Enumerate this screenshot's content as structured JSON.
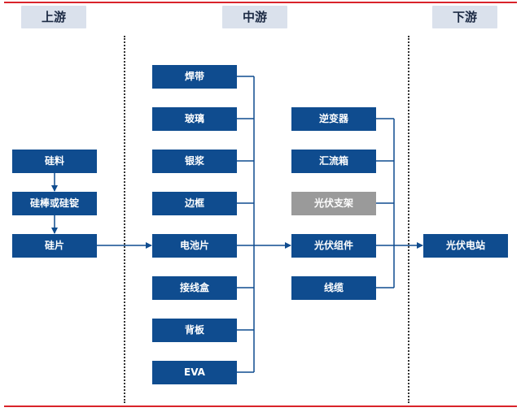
{
  "stages": {
    "upstream": "上游",
    "midstream": "中游",
    "downstream": "下游"
  },
  "upstream_chain": [
    "硅料",
    "硅棒或硅锭",
    "硅片"
  ],
  "cell_inputs": [
    "焊带",
    "玻璃",
    "银浆",
    "边框",
    "电池片",
    "接线盒",
    "背板",
    "EVA"
  ],
  "module_chain": [
    "逆变器",
    "汇流箱",
    "光伏支架",
    "光伏组件",
    "线缆"
  ],
  "downstream_chain": [
    "光伏电站"
  ],
  "colors": {
    "box": "#0f4c8f",
    "box_muted": "#9a9a9a",
    "stage_label_bg": "#dae1ec",
    "rule": "#d9232a",
    "connector": "#0f4c8f"
  }
}
